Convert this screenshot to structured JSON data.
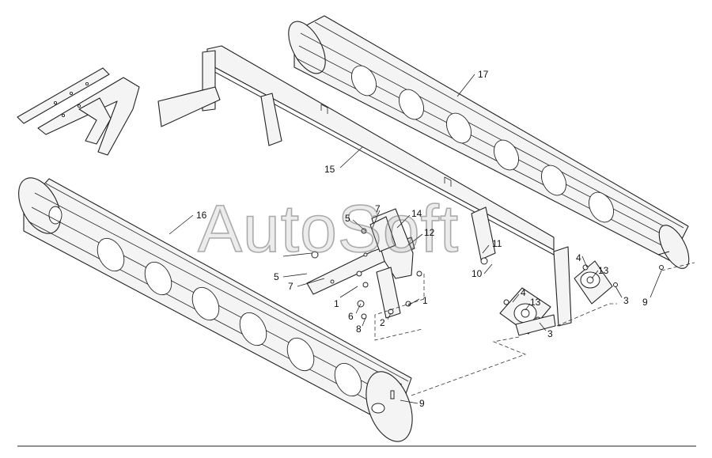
{
  "watermark": "AutoSoft",
  "callouts": [
    {
      "id": "c17",
      "text": "17"
    },
    {
      "id": "c15",
      "text": "15"
    },
    {
      "id": "c16",
      "text": "16"
    },
    {
      "id": "c5a",
      "text": "5"
    },
    {
      "id": "c7a",
      "text": "7"
    },
    {
      "id": "c14",
      "text": "14"
    },
    {
      "id": "c12",
      "text": "12"
    },
    {
      "id": "c11",
      "text": "11"
    },
    {
      "id": "c10",
      "text": "10"
    },
    {
      "id": "c5b",
      "text": "5"
    },
    {
      "id": "c7b",
      "text": "7"
    },
    {
      "id": "c1a",
      "text": "1"
    },
    {
      "id": "c1b",
      "text": "1"
    },
    {
      "id": "c6",
      "text": "6"
    },
    {
      "id": "c8",
      "text": "8"
    },
    {
      "id": "c2",
      "text": "2"
    },
    {
      "id": "c4a",
      "text": "4"
    },
    {
      "id": "c13a",
      "text": "13"
    },
    {
      "id": "c3a",
      "text": "3"
    },
    {
      "id": "c9a",
      "text": "9"
    },
    {
      "id": "c4b",
      "text": "4"
    },
    {
      "id": "c13b",
      "text": "13"
    },
    {
      "id": "c3b",
      "text": "3"
    },
    {
      "id": "c9b",
      "text": "9"
    }
  ]
}
